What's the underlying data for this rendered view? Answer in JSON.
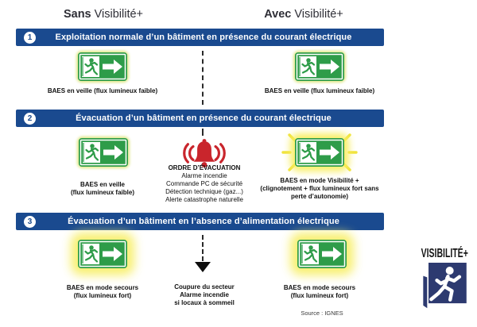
{
  "headers": {
    "left": {
      "bold": "Sans",
      "regular": "Visibilité+"
    },
    "right": {
      "bold": "Avec",
      "regular": "Visibilité+"
    }
  },
  "banners": [
    {
      "number": "1",
      "label": "Exploitation normale d’un bâtiment en présence du courant électrique"
    },
    {
      "number": "2",
      "label": "Évacuation d’un bâtiment en présence du courant électrique"
    },
    {
      "number": "3",
      "label": "Évacuation d’un bâtiment en l’absence d’alimentation électrique"
    }
  ],
  "sections": {
    "s1": {
      "left_caption": "BAES en veille (flux lumineux faible)",
      "right_caption": "BAES en veille (flux lumineux faible)"
    },
    "s2": {
      "left_caption": {
        "l1": "BAES en veille",
        "l2": "(flux lumineux faible)"
      },
      "center_title": "ORDRE D’ÉVACUATION",
      "center_lines": [
        "Alarme incendie",
        "Commande PC de sécurité",
        "Détection technique (gaz...)",
        "Alerte catastrophe naturelle"
      ],
      "right_caption": {
        "l1": "BAES en mode Visibilité +",
        "l2": "(clignotement + flux lumineux fort sans",
        "l3": "perte d’autonomie)"
      }
    },
    "s3": {
      "left_caption": {
        "l1": "BAES en mode secours",
        "l2": "(flux lumineux fort)"
      },
      "center_caption": {
        "l1": "Coupure du secteur",
        "l2": "Alarme incendie",
        "l3": "si locaux à sommeil"
      },
      "right_caption": {
        "l1": "BAES en mode secours",
        "l2": "(flux lumineux fort)"
      }
    }
  },
  "source": "Source : IGNES",
  "logo": {
    "text": "VISIBILITÉ+"
  },
  "icons": {
    "exit_sign": "green running-man exit sign with white right arrow",
    "alarm_bell": "red alarm bell with sound waves",
    "down_arrow": "black dashed line with solid down arrowhead",
    "logo_runner": "white running man in navy doorway square"
  },
  "colors": {
    "banner_blue": "#1a4a8f",
    "sign_green": "#2e9c49",
    "glow_yellow": "#f7ee64",
    "alert_red": "#c9252c",
    "logo_navy": "#2d3a70"
  }
}
